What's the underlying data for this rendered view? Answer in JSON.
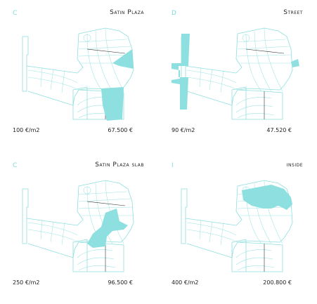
{
  "panels": [
    {
      "letter": "C",
      "title": "Satin Plaza",
      "rate": "100   €/m2",
      "cost": "67.500   €"
    },
    {
      "letter": "D",
      "title": "Street",
      "rate": "90   €/m2",
      "cost": "47.520   €"
    },
    {
      "letter": "C",
      "title": "Satin Plaza slab",
      "rate": "250   €/m2",
      "cost": "96.500   €"
    },
    {
      "letter": "I",
      "title": "inside",
      "rate": "400   €/m2",
      "cost": "200.800   €"
    }
  ],
  "colors": {
    "highlight": "#8ee0e0",
    "linework": "#8fdede"
  }
}
